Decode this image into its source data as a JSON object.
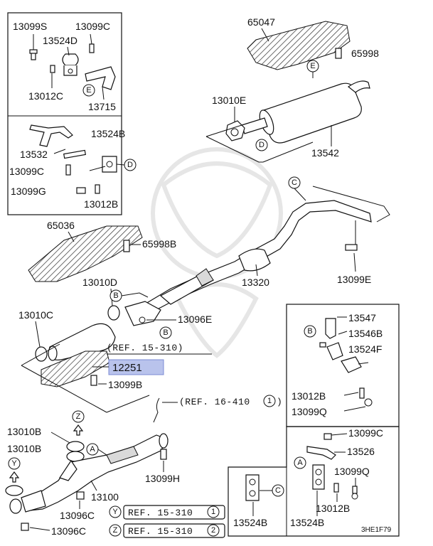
{
  "labels": {
    "p13099s": "13099S",
    "p13099c_top": "13099C",
    "p13524d": "13524D",
    "p13012c": "13012C",
    "p13715": "13715",
    "p13532": "13532",
    "p13524b_mid": "13524B",
    "p13099c_mid": "13099C",
    "p13099g": "13099G",
    "p13012b_mid": "13012B",
    "p65047": "65047",
    "p65998_top": "65998",
    "p13010e": "13010E",
    "p13542": "13542",
    "p65036": "65036",
    "p65998b": "65998B",
    "p13010d": "13010D",
    "p13320": "13320",
    "p13099e": "13099E",
    "p13010c": "13010C",
    "p13096e": "13096E",
    "p12251": "12251",
    "p13099b": "13099B",
    "p13547": "13547",
    "p13546b": "13546B",
    "p13524f": "13524F",
    "p13012b_right": "13012B",
    "p13099q_right": "13099Q",
    "p13010b": "13010B",
    "p13010b_lower": "13010B",
    "p13099h": "13099H",
    "p13100": "13100",
    "p13096c_a": "13096C",
    "p13096c_b": "13096C",
    "p13099c_br": "13099C",
    "p13526": "13526",
    "p13099q_br": "13099Q",
    "p13012b_br": "13012B",
    "p13524b_bl": "13524B",
    "p13524b_br": "13524B"
  },
  "references": {
    "ref_15_310_mid": "(REF. 15-310)",
    "ref_16_410": "(REF. 16-410",
    "ref_16_410_num": "1",
    "ref_15_310_y": "REF. 15-310",
    "ref_15_310_y_num": "1",
    "ref_15_310_z": "REF. 15-310",
    "ref_15_310_z_num": "2"
  },
  "callouts": {
    "A": "A",
    "B": "B",
    "C": "C",
    "D": "D",
    "E": "E",
    "Y": "Y",
    "Z": "Z"
  },
  "diagram_code": "3HE1F79",
  "highlight_color": "#b9c3ec"
}
